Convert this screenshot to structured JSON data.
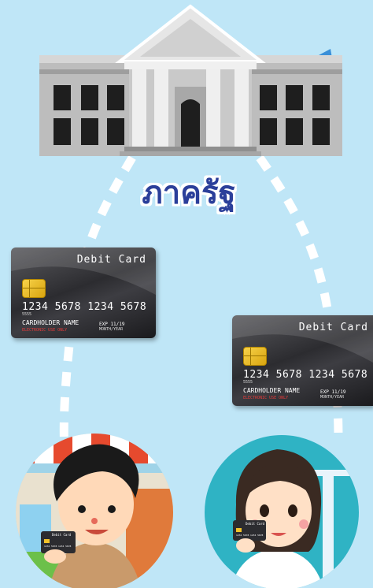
{
  "heading": "ภาครัฐ",
  "card1": {
    "title": "Debit Card",
    "number": "1234 5678 1234 5678",
    "short": "5555",
    "holder": "CARDHOLDER NAME",
    "electronic": "ELECTRONIC USE ONLY",
    "exp": "EXP 11/19",
    "month_year": "MONTH/YEAR"
  },
  "card2": {
    "title": "Debit Card",
    "number": "1234 5678 1234 5678",
    "short": "5555",
    "holder": "CARDHOLDER NAME",
    "electronic": "ELECTRONIC USE ONLY",
    "exp": "EXP 11/19",
    "month_year": "MONTH/YEAR"
  },
  "mini_card": {
    "title": "Debit Card",
    "number": "1234 5678 1234 5678"
  },
  "colors": {
    "background": "#bfe6f7",
    "building": "#bdbdbd",
    "label": "#2b3f9a",
    "accent": "#e64a2e"
  }
}
